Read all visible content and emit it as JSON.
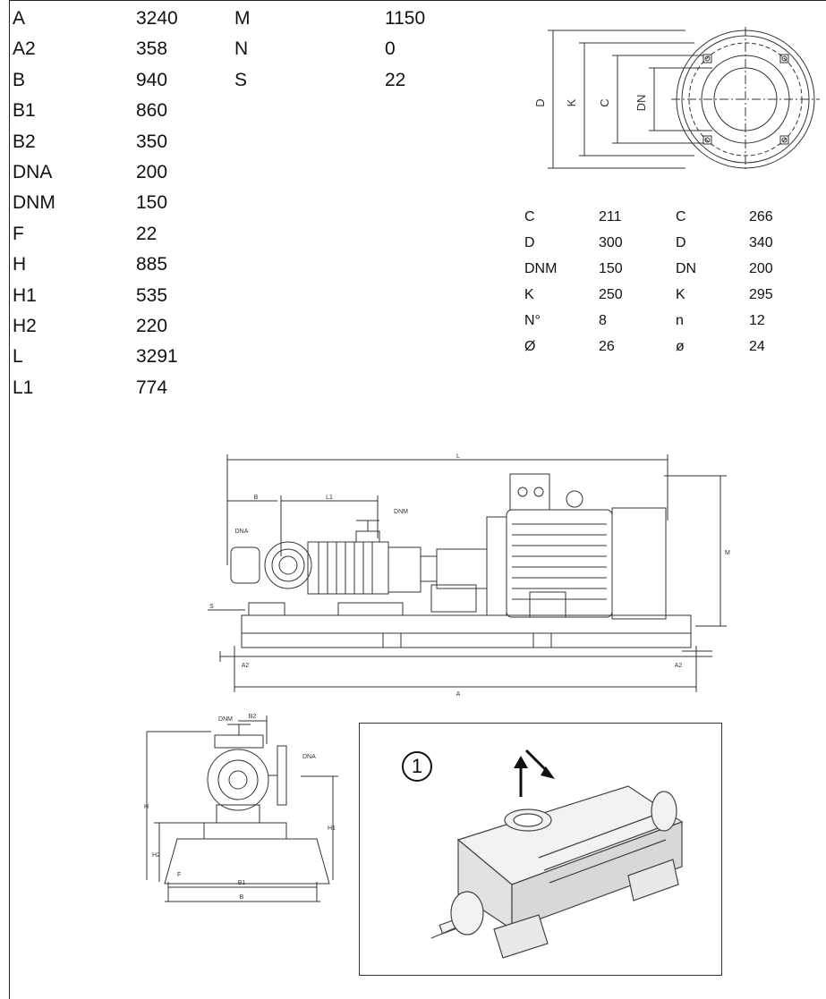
{
  "main_dimensions": [
    {
      "key": "A",
      "value": "3240",
      "key2": "M",
      "value2": "1150"
    },
    {
      "key": "A2",
      "value": "358",
      "key2": "N",
      "value2": "0"
    },
    {
      "key": "B",
      "value": "940",
      "key2": "S",
      "value2": "22"
    },
    {
      "key": "B1",
      "value": "860",
      "key2": "",
      "value2": ""
    },
    {
      "key": "B2",
      "value": "350",
      "key2": "",
      "value2": ""
    },
    {
      "key": "DNA",
      "value": "200",
      "key2": "",
      "value2": ""
    },
    {
      "key": "DNM",
      "value": "150",
      "key2": "",
      "value2": ""
    },
    {
      "key": "F",
      "value": "22",
      "key2": "",
      "value2": ""
    },
    {
      "key": "H",
      "value": "885",
      "key2": "",
      "value2": ""
    },
    {
      "key": "H1",
      "value": "535",
      "key2": "",
      "value2": ""
    },
    {
      "key": "H2",
      "value": "220",
      "key2": "",
      "value2": ""
    },
    {
      "key": "L",
      "value": "3291",
      "key2": "",
      "value2": ""
    },
    {
      "key": "L1",
      "value": "774",
      "key2": "",
      "value2": ""
    }
  ],
  "flange_dimensions": [
    {
      "key": "C",
      "value": "211",
      "key2": "C",
      "value2": "266"
    },
    {
      "key": "D",
      "value": "300",
      "key2": "D",
      "value2": "340"
    },
    {
      "key": "DNM",
      "value": "150",
      "key2": "DN",
      "value2": "200"
    },
    {
      "key": "K",
      "value": "250",
      "key2": "K",
      "value2": "295"
    },
    {
      "key": "N°",
      "value": "8",
      "key2": "n",
      "value2": "12"
    },
    {
      "key": "Ø",
      "value": "26",
      "key2": "ø",
      "value2": "24"
    }
  ],
  "flange_drawing": {
    "labels": {
      "d": "D",
      "k": "K",
      "c": "C",
      "dn": "DN"
    }
  },
  "side_view": {
    "labels": {
      "l": "L",
      "b": "B",
      "l1": "L1",
      "dna": "DNA",
      "dnm": "DNM",
      "m": "M",
      "s": "S",
      "a2_left": "A2",
      "a2_right": "A2",
      "a": "A"
    }
  },
  "end_view": {
    "labels": {
      "dnm": "DNM",
      "b2": "B2",
      "dna": "DNA",
      "h": "H",
      "h1": "H1",
      "h2": "H2",
      "f": "F",
      "b1": "B1",
      "b": "B"
    }
  },
  "photo": {
    "callout": "1"
  }
}
